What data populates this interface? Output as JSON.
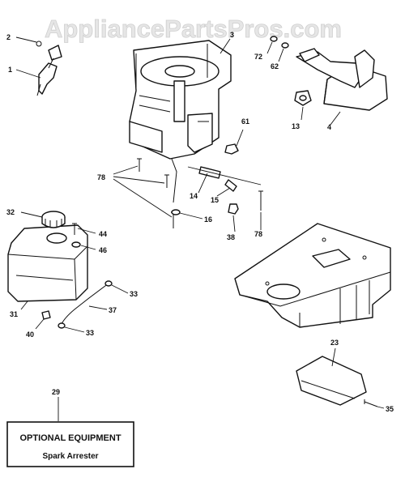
{
  "watermark": "AppliancePartsPros.com",
  "callouts": {
    "c1": "1",
    "c2": "2",
    "c3": "3",
    "c4": "4",
    "c13": "13",
    "c14": "14",
    "c15": "15",
    "c16": "16",
    "c23": "23",
    "c29": "29",
    "c31": "31",
    "c32": "32",
    "c33a": "33",
    "c33b": "33",
    "c35": "35",
    "c37": "37",
    "c38": "38",
    "c40": "40",
    "c44": "44",
    "c46": "46",
    "c61": "61",
    "c62": "62",
    "c72": "72",
    "c78a": "78",
    "c78b": "78"
  },
  "optional_box": {
    "title": "OPTIONAL EQUIPMENT",
    "subtitle": "Spark Arrester"
  }
}
